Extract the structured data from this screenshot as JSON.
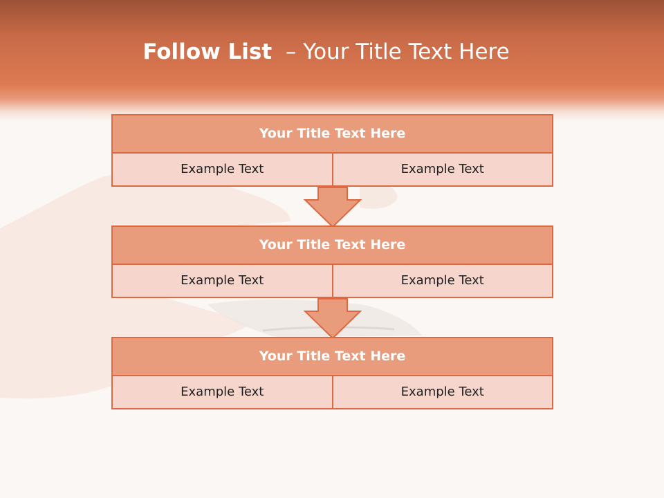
{
  "slide": {
    "title_strong": "Follow List",
    "title_rest": "  – Your Title Text Here"
  },
  "blocks": [
    {
      "title": "Your Title Text Here",
      "left_text": "Example Text",
      "right_text": "Example Text"
    },
    {
      "title": "Your Title Text Here",
      "left_text": "Example Text",
      "right_text": "Example Text"
    },
    {
      "title": "Your Title Text Here",
      "left_text": "Example Text",
      "right_text": "Example Text"
    }
  ],
  "colors": {
    "accent": "#dc6942",
    "header_fill": "#e89c7c",
    "cell_fill": "#f6d6cc",
    "background": "#fbf7f4"
  }
}
